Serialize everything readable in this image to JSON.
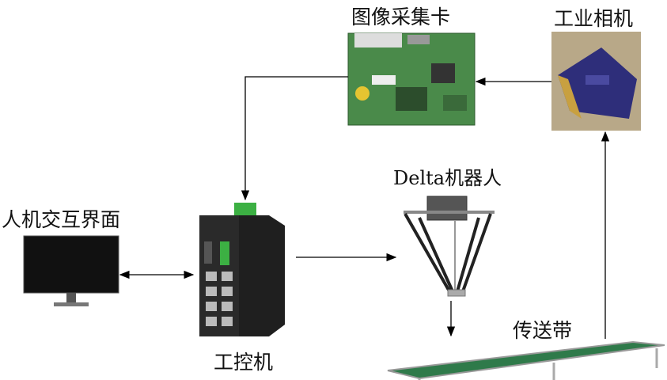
{
  "labels": {
    "capture_card": "图像采集卡",
    "industrial_camera": "工业相机",
    "delta_robot": "Delta机器人",
    "hmi": "人机交互界面",
    "ipc": "工控机",
    "conveyor": "传送带"
  },
  "colors": {
    "pcb": "#4a8a4a",
    "camera": "#3a3a8a",
    "belt": "#2f7a4a",
    "switch": "#1f1f1f",
    "connector": "#3cb043"
  }
}
